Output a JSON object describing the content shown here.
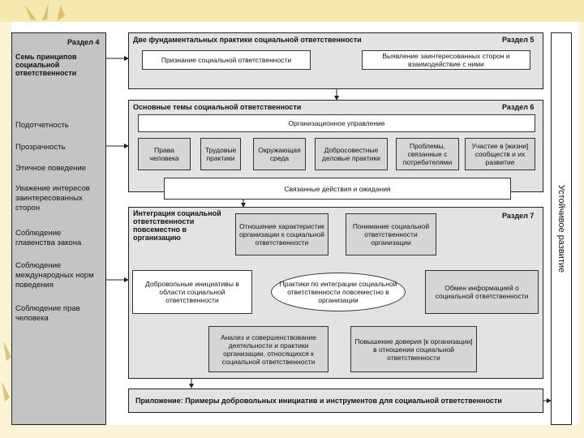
{
  "section4": {
    "label": "Раздел 4",
    "title": "Семь принципов социальной ответственности",
    "principles": [
      "Подотчетность",
      "Прозрачность",
      "Этичное поведение",
      "Уважение интересов заинтересованных сторон",
      "Соблюдение главенства закона",
      "Соблюдение международных норм поведения",
      "Соблюдение прав человека"
    ]
  },
  "section5": {
    "label": "Раздел 5",
    "title": "Две фундаментальных практики социальной ответственности",
    "practice_left": "Признание социальной ответственности",
    "practice_right": "Выявление заинтересованных сторон и взаимодействие с ними"
  },
  "section6": {
    "label": "Раздел 6",
    "title": "Основные темы социальной ответственности",
    "governance": "Организационное управление",
    "themes": [
      "Права человека",
      "Трудовые практики",
      "Окружающая среда",
      "Добросовестные деловые практики",
      "Проблемы, связанные с потребителями",
      "Участие в [жизни] сообществ и их развитие"
    ],
    "related": "Связанные действия и ожидания"
  },
  "section7": {
    "label": "Раздел 7",
    "title": "Интеграция социальной ответственности повсеместно в организацию",
    "relation": "Отношение характеристик организации к социальной ответственности",
    "understanding": "Понимание социальной ответственности организации",
    "center": "Практики по интеграции социальной ответственности повсеместно в организации",
    "voluntary": "Добровольные инициативы в области социальной ответственности",
    "communication": "Обмен информацией о социальной ответственности",
    "review": "Анализ и совершенствование деятельности и практики организации, относящихся к социальной ответственности",
    "credibility": "Повышение доверия [к организации] в отношении социальной ответственности"
  },
  "annex": {
    "title": "Приложение: Примеры добровольных инициатив и инструментов для социальной ответственности"
  },
  "sustainable": "Устойчивое развитие"
}
